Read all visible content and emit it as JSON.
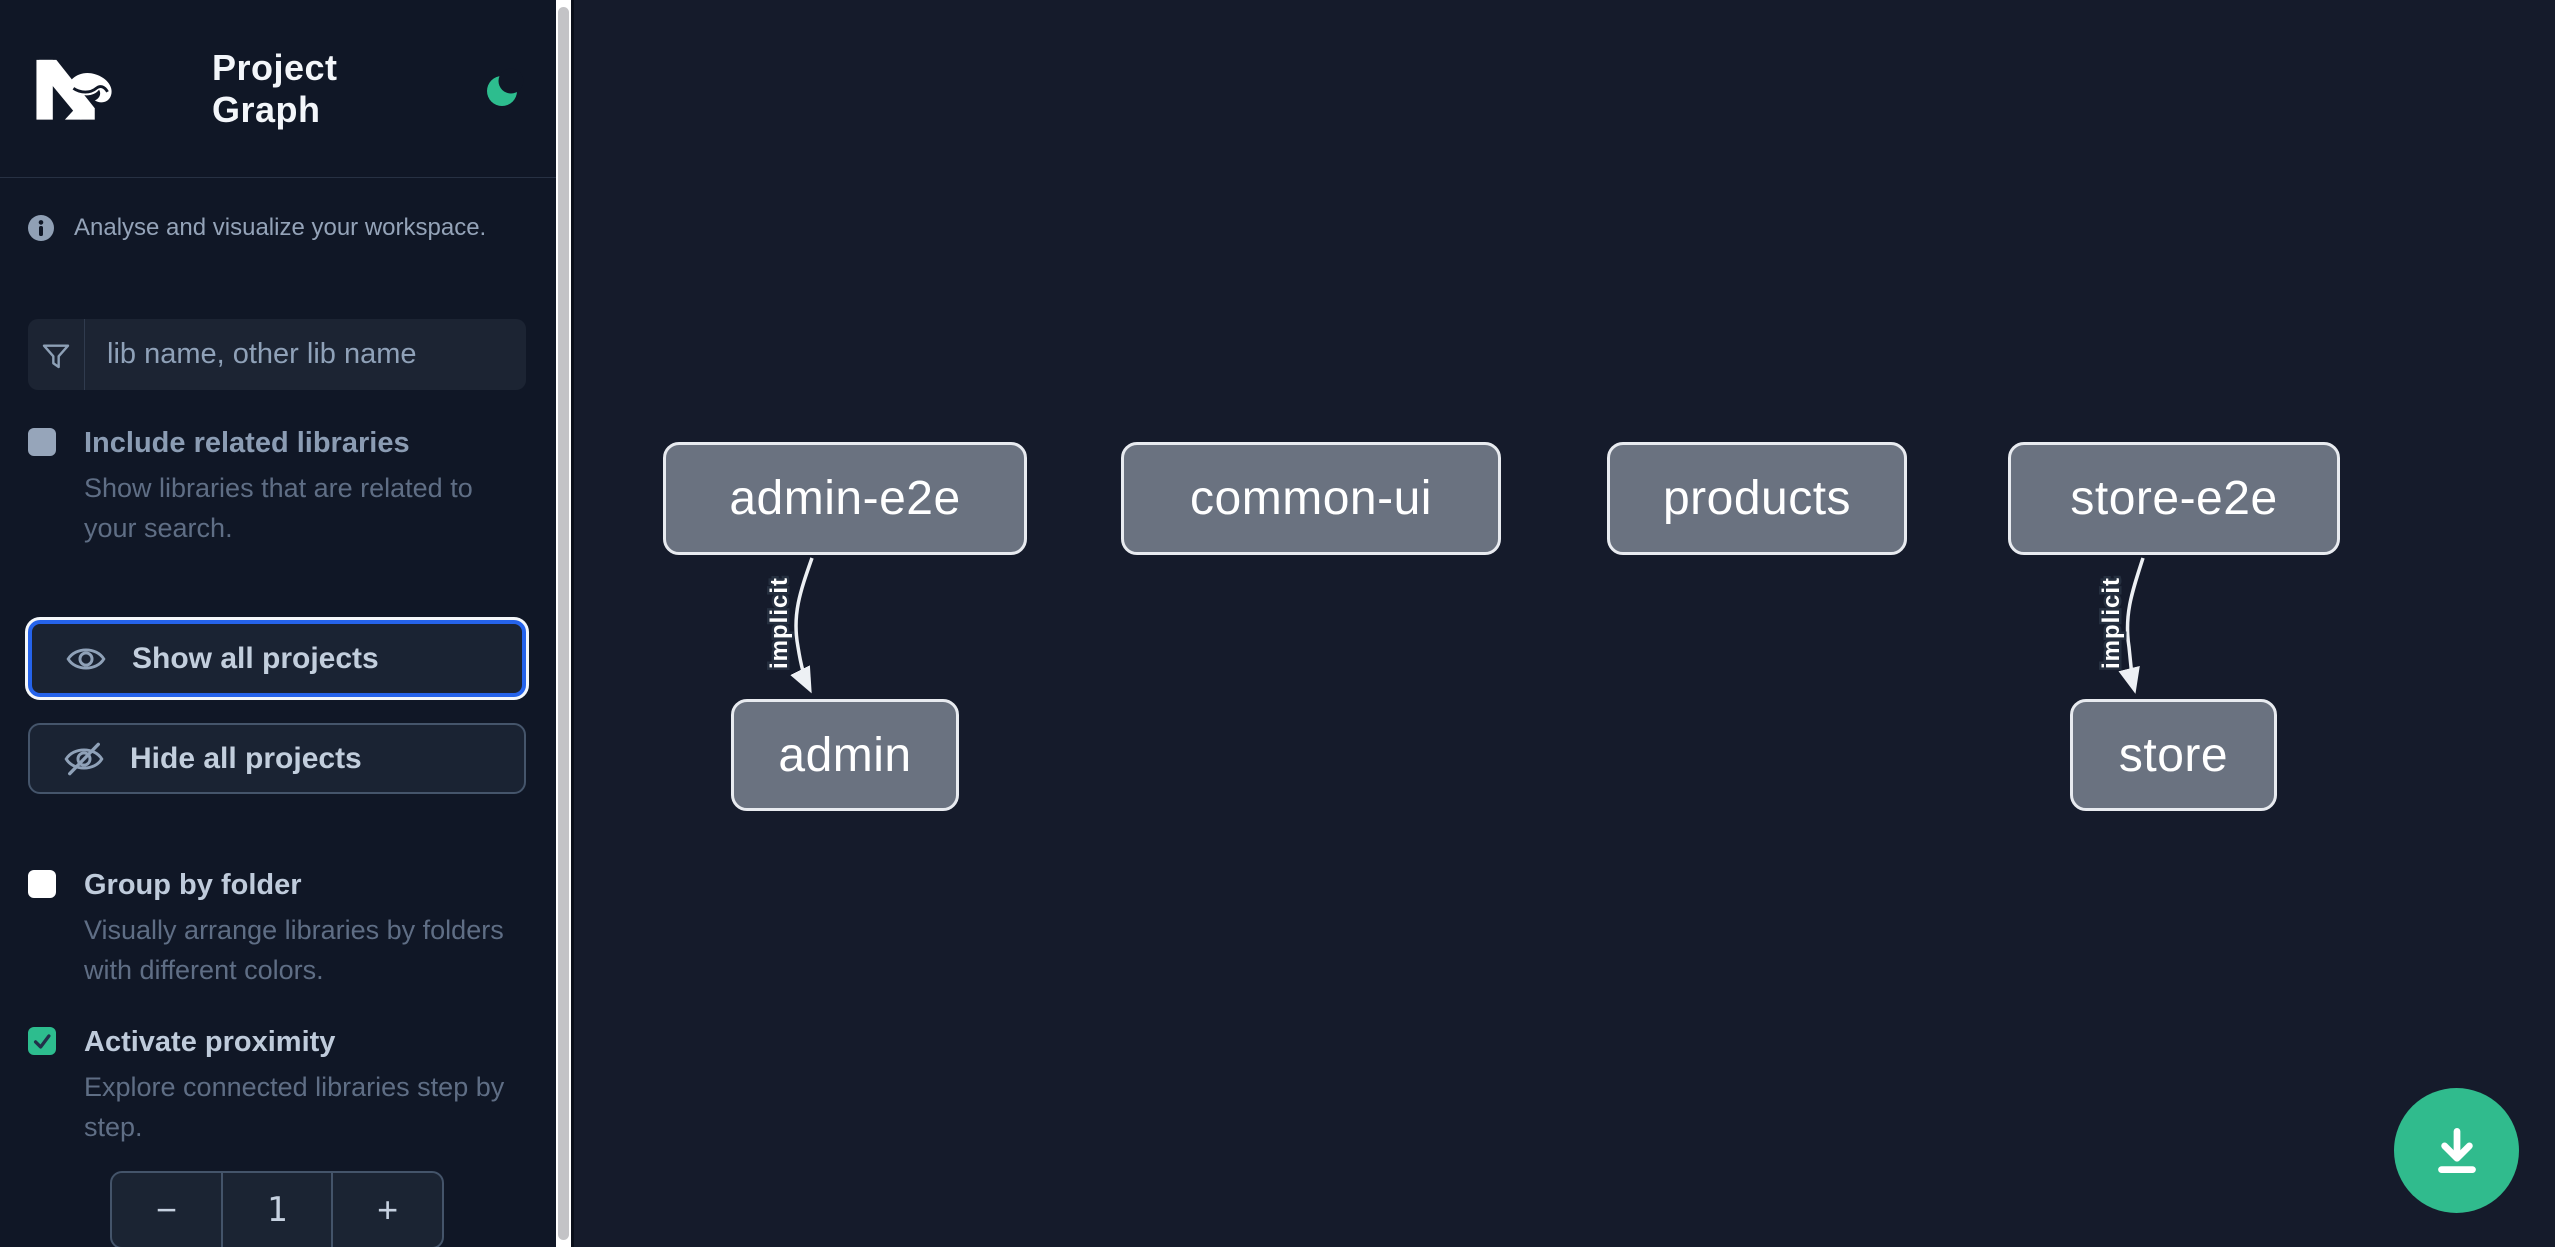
{
  "app": {
    "title": "Project Graph"
  },
  "sidebar": {
    "tagline": "Analyse and visualize your workspace.",
    "filter": {
      "placeholder": "lib name, other lib name",
      "icon": "funnel-icon"
    },
    "options": [
      {
        "label": "Include related libraries",
        "description": "Show libraries that are related to your search.",
        "checked": false
      },
      {
        "label": "Group by folder",
        "description": "Visually arrange libraries by folders with different colors.",
        "checked": false
      },
      {
        "label": "Activate proximity",
        "description": "Explore connected libraries step by step.",
        "checked": true
      }
    ],
    "actions": [
      {
        "label": "Show all projects",
        "icon": "eye-icon",
        "focused": true
      },
      {
        "label": "Hide all projects",
        "icon": "eye-slash-icon",
        "focused": false
      }
    ],
    "proximity_stepper": {
      "decrement_label": "−",
      "value": "1",
      "increment_label": "+"
    }
  },
  "graph": {
    "nodes": [
      {
        "label": "admin-e2e"
      },
      {
        "label": "common-ui"
      },
      {
        "label": "products"
      },
      {
        "label": "store-e2e"
      },
      {
        "label": "admin"
      },
      {
        "label": "store"
      }
    ],
    "edges": [
      {
        "from": "admin-e2e",
        "to": "admin",
        "label": "implicit"
      },
      {
        "from": "store-e2e",
        "to": "store",
        "label": "implicit"
      }
    ]
  },
  "fab": {
    "icon": "download-icon"
  },
  "colors": {
    "accent_green": "#2dbd8e",
    "focus_blue": "#2563eb",
    "sidebar_bg": "#101726",
    "canvas_bg": "#151b2b",
    "node_fill": "#6a7280",
    "node_border": "#e8ebf0",
    "edge_stroke": "#edf0f4"
  }
}
